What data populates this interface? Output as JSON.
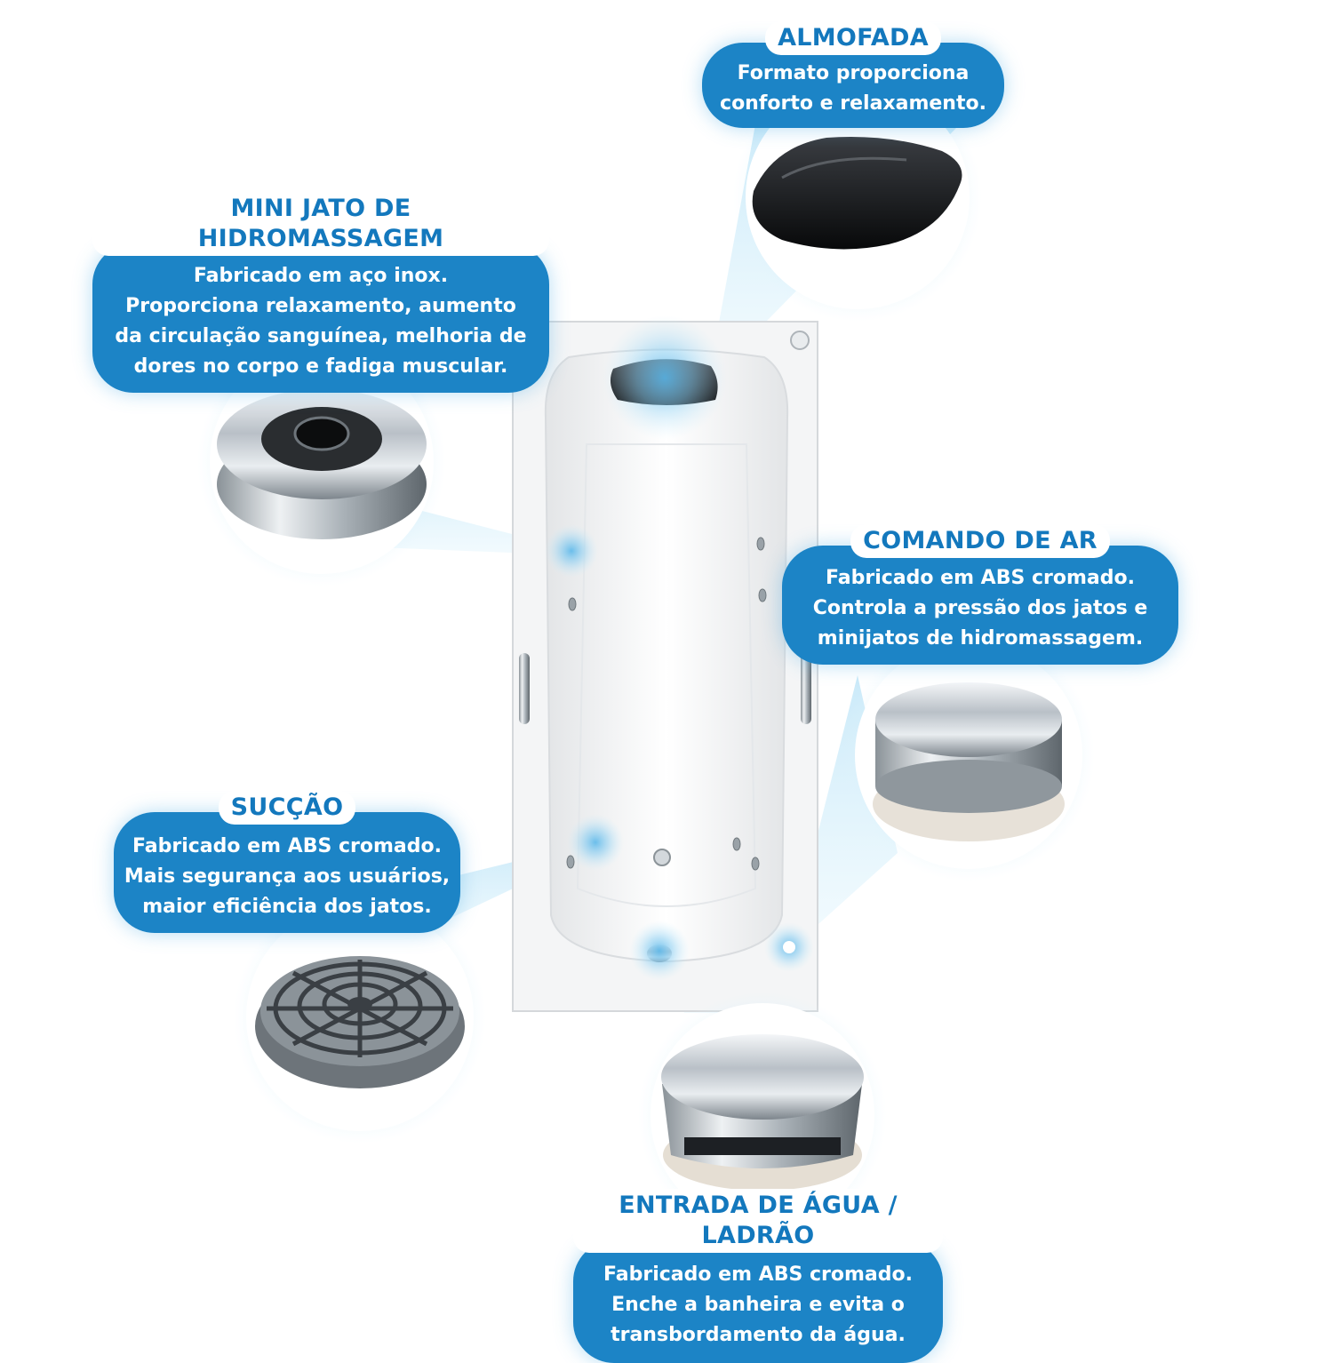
{
  "callouts": {
    "almofada": {
      "title": "ALMOFADA",
      "lines": [
        "Formato proporciona",
        "conforto e relaxamento."
      ]
    },
    "minijato": {
      "title": "MINI JATO DE HIDROMASSAGEM",
      "lines": [
        "Fabricado em aço inox.",
        "Proporciona relaxamento, aumento",
        "da circulação sanguínea, melhoria de",
        "dores no corpo e fadiga muscular."
      ]
    },
    "comando": {
      "title": "COMANDO DE AR",
      "lines": [
        "Fabricado em ABS cromado.",
        "Controla a pressão dos jatos e",
        "minijatos de hidromassagem."
      ]
    },
    "succao": {
      "title": "SUCÇÃO",
      "lines": [
        "Fabricado em ABS cromado.",
        "Mais segurança aos usuários,",
        "maior eficiência dos jatos."
      ]
    },
    "entrada": {
      "title": "ENTRADA DE ÁGUA / LADRÃO",
      "lines": [
        "Fabricado em ABS cromado.",
        "Enche a banheira e evita o",
        "transbordamento da água."
      ]
    }
  },
  "colors": {
    "bubble": "#1c84c6",
    "title_text": "#1378bd",
    "glow": "#8fd0f2"
  }
}
